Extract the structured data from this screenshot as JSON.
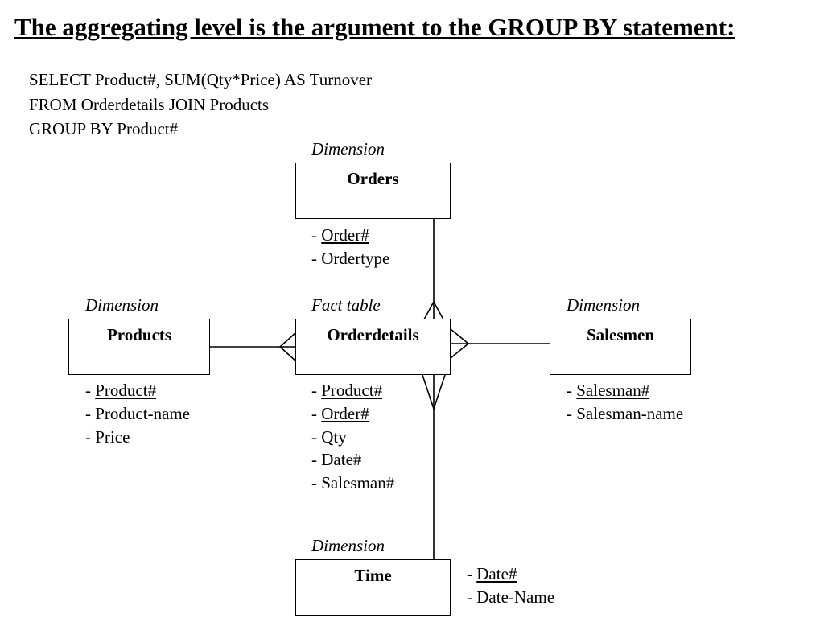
{
  "title": "The aggregating level is the argument to the GROUP BY statement:",
  "sql": [
    "SELECT Product#, SUM(Qty*Price) AS Turnover",
    "FROM Orderdetails JOIN Products",
    "GROUP BY Product#"
  ],
  "orders": {
    "caption": "Dimension",
    "name": "Orders",
    "attributes": [
      {
        "prefix": "- ",
        "text": "Order#",
        "key": true
      },
      {
        "prefix": "- ",
        "text": "Ordertype",
        "key": false
      }
    ]
  },
  "products": {
    "caption": "Dimension",
    "name": "Products",
    "attributes": [
      {
        "prefix": "- ",
        "text": "Product#",
        "key": true
      },
      {
        "prefix": "- ",
        "text": "Product-name",
        "key": false
      },
      {
        "prefix": "- ",
        "text": "Price",
        "key": false
      }
    ]
  },
  "orderdetails": {
    "caption": "Fact table",
    "name": "Orderdetails",
    "attributes": [
      {
        "prefix": "- ",
        "text": "Product#",
        "key": true
      },
      {
        "prefix": "- ",
        "text": "Order#",
        "key": true
      },
      {
        "prefix": "- ",
        "text": "Qty",
        "key": false
      },
      {
        "prefix": "- ",
        "text": "Date#",
        "key": false
      },
      {
        "prefix": "- ",
        "text": "Salesman#",
        "key": false
      }
    ]
  },
  "salesmen": {
    "caption": "Dimension",
    "name": "Salesmen",
    "attributes": [
      {
        "prefix": "- ",
        "text": "Salesman#",
        "key": true
      },
      {
        "prefix": "- ",
        "text": "Salesman-name",
        "key": false
      }
    ]
  },
  "time": {
    "caption": "Dimension",
    "name": "Time",
    "attributes": [
      {
        "prefix": "- ",
        "text": "Date#",
        "key": true
      },
      {
        "prefix": "- ",
        "text": "Date-Name",
        "key": false
      }
    ]
  }
}
